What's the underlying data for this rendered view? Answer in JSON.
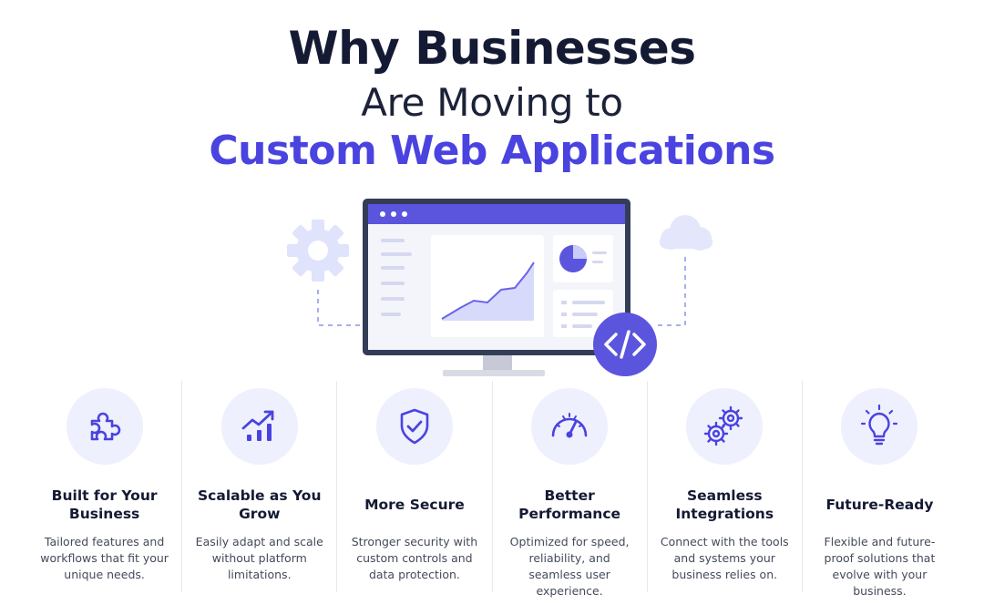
{
  "headline": {
    "line1": "Why Businesses",
    "line2": "Are Moving to",
    "line3": "Custom Web Applications"
  },
  "colors": {
    "accent": "#4a43e0",
    "accent_light": "#eef0fd",
    "heading": "#141a33",
    "body_text": "#444a5c"
  },
  "hero": {
    "icons": [
      "gear-icon",
      "monitor-icon",
      "cloud-icon",
      "code-icon",
      "pie-chart-icon",
      "line-chart-icon"
    ]
  },
  "features": [
    {
      "icon": "puzzle-icon",
      "title": "Built for Your Business",
      "description": "Tailored features and workflows that fit your unique needs."
    },
    {
      "icon": "growth-chart-icon",
      "title": "Scalable as You Grow",
      "description": "Easily adapt and scale without platform limitations."
    },
    {
      "icon": "shield-check-icon",
      "title": "More Secure",
      "description": "Stronger security with custom controls and data protection."
    },
    {
      "icon": "speedometer-icon",
      "title": "Better Performance",
      "description": "Optimized for speed, reliability, and seamless user experience."
    },
    {
      "icon": "gears-icon",
      "title": "Seamless Integrations",
      "description": "Connect with the tools and systems your business relies on."
    },
    {
      "icon": "lightbulb-icon",
      "title": "Future-Ready",
      "description": "Flexible and future-proof solutions that evolve with your business."
    }
  ]
}
